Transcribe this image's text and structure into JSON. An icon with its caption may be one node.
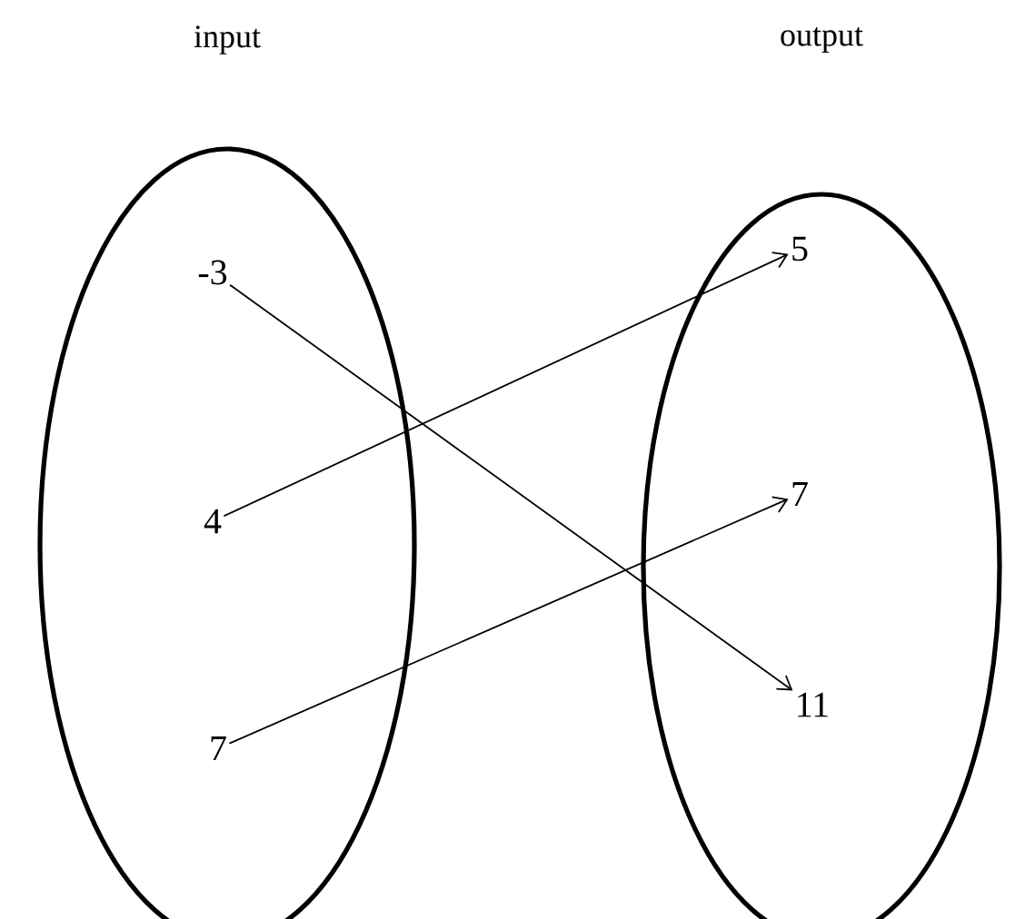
{
  "diagram": {
    "nodes": [
      {
        "text": [
          "input"
        ]
      },
      {
        "text": [
          "output"
        ]
      },
      {
        "text": [
          "-3"
        ],
        "in": 0
      },
      {
        "text": [
          "4"
        ],
        "in": 0
      },
      {
        "text": [
          "7"
        ],
        "in": 0
      },
      {
        "text": [
          "5"
        ],
        "in": 1
      },
      {
        "text": [
          "7"
        ],
        "in": 1
      },
      {
        "text": [
          "11"
        ],
        "in": 1
      }
    ],
    "edges": [
      {
        "from": 2,
        "to": 7,
        "arrow": "to"
      },
      {
        "from": 3,
        "to": 5,
        "arrow": "to"
      },
      {
        "from": 4,
        "to": 6,
        "arrow": "to"
      }
    ]
  }
}
